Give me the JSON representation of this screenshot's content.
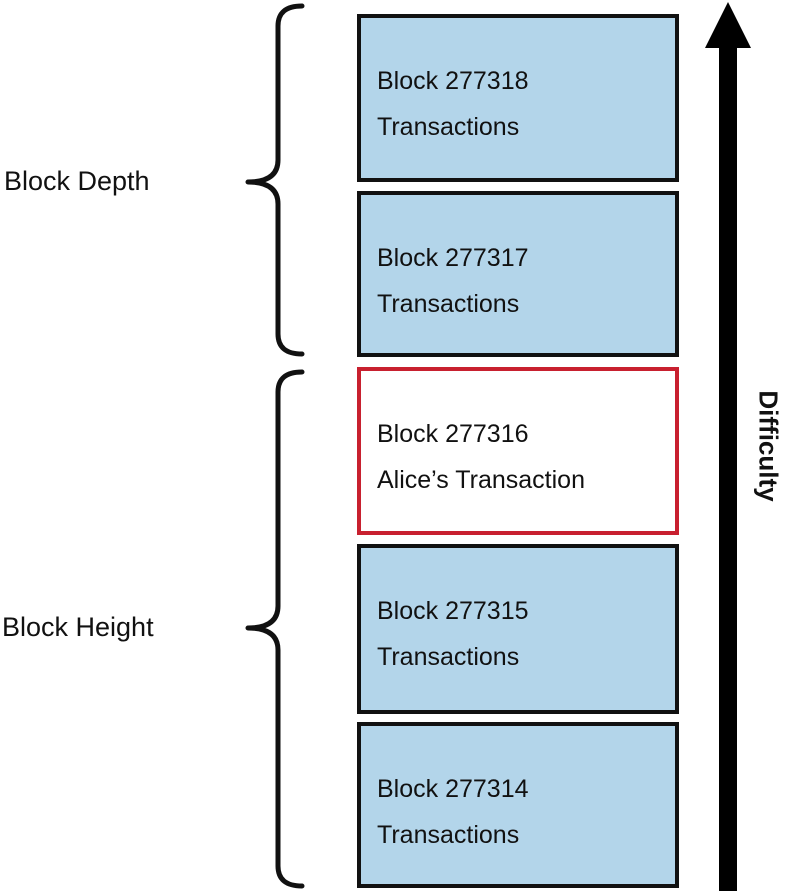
{
  "blocks": [
    {
      "id": "277318",
      "title": "Block 277318",
      "subtitle": "Transactions",
      "highlighted": false
    },
    {
      "id": "277317",
      "title": "Block 277317",
      "subtitle": "Transactions",
      "highlighted": false
    },
    {
      "id": "277316",
      "title": "Block 277316",
      "subtitle": "Alice’s Transaction",
      "highlighted": true
    },
    {
      "id": "277315",
      "title": "Block 277315",
      "subtitle": "Transactions",
      "highlighted": false
    },
    {
      "id": "277314",
      "title": "Block 277314",
      "subtitle": "Transactions",
      "highlighted": false
    }
  ],
  "labels": {
    "block_depth": "Block Depth",
    "block_height": "Block Height",
    "difficulty": "Difficulty"
  },
  "colors": {
    "block_fill": "#b3d5ea",
    "block_border": "#111111",
    "highlight_border": "#c8202f",
    "highlight_fill": "#ffffff"
  }
}
